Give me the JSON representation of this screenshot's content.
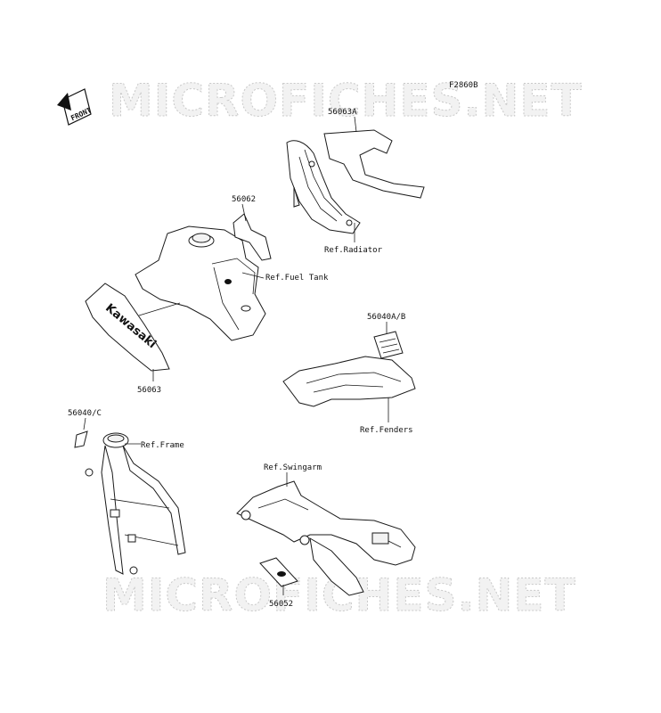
{
  "diagram": {
    "code": "F2860B",
    "watermark": "MICROFICHES.NET",
    "front_label": "FRONT",
    "decal_brand": "Kawasaki",
    "labels": {
      "p56063A": "56063A",
      "ref_radiator": "Ref.Radiator",
      "p56062": "56062",
      "ref_fuel_tank": "Ref.Fuel Tank",
      "p56063": "56063",
      "p56040AB": "56040A/B",
      "ref_fenders": "Ref.Fenders",
      "p56040C": "56040/C",
      "ref_frame": "Ref.Frame",
      "ref_swingarm": "Ref.Swingarm",
      "p56052": "56052"
    }
  }
}
